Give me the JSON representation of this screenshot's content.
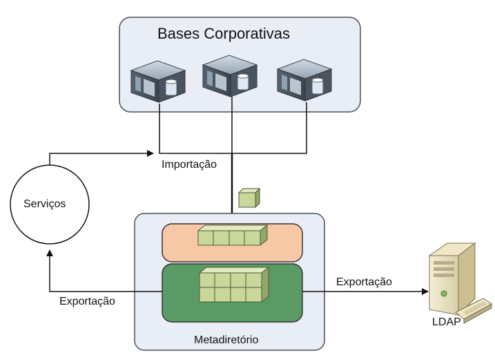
{
  "diagram": {
    "corporate_bases": {
      "title": "Bases Corporativas",
      "servers": [
        "database-server-icon",
        "database-server-icon",
        "database-server-icon"
      ]
    },
    "services": {
      "label": "Serviços"
    },
    "import_label": "Importação",
    "metadirectory": {
      "label": "Metadiretório"
    },
    "export_left_label": "Exportação",
    "export_right_label": "Exportação",
    "ldap": {
      "label": "LDAP",
      "icon": "tower-server-icon"
    },
    "colors": {
      "container_fill": "#e8edf6",
      "container_stroke": "#4a4f58",
      "staging_fill": "#f6c8a6",
      "store_fill": "#5a9a64",
      "cube_fill": "#c9d79a",
      "line": "#111111"
    }
  }
}
